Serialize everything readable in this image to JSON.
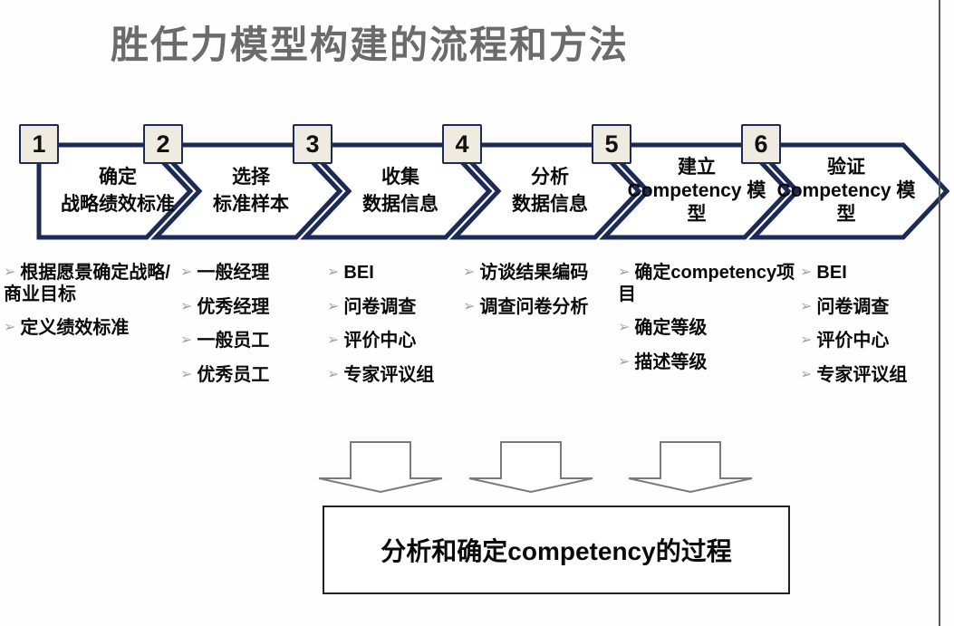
{
  "title": "胜任力模型构建的流程和方法",
  "marker": "➢",
  "colors": {
    "chevron_border": "#1c2a56",
    "number_box_fill": "#efebe1",
    "bullet_marker": "#a0a0bf",
    "title_text": "#6b6b6b",
    "arrow_outline": "#7a7a7a",
    "summary_border": "#222222"
  },
  "steps": [
    {
      "number": "1",
      "label_lines": [
        "确定",
        "战略绩效标准"
      ],
      "bullets": [
        "根据愿景确定战略/商业目标",
        "定义绩效标准"
      ]
    },
    {
      "number": "2",
      "label_lines": [
        "选择",
        "标准样本"
      ],
      "bullets": [
        "一般经理",
        "优秀经理",
        "一般员工",
        "优秀员工"
      ]
    },
    {
      "number": "3",
      "label_lines": [
        "收集",
        "数据信息"
      ],
      "bullets": [
        "BEI",
        "问卷调查",
        "评价中心",
        "专家评议组"
      ]
    },
    {
      "number": "4",
      "label_lines": [
        "分析",
        "数据信息"
      ],
      "bullets": [
        "访谈结果编码",
        "调查问卷分析"
      ]
    },
    {
      "number": "5",
      "label_lines": [
        "建立",
        "Competency 模",
        "型"
      ],
      "bullets": [
        "确定competency项目",
        "确定等级",
        "描述等级"
      ]
    },
    {
      "number": "6",
      "label_lines": [
        "验证",
        "Competency 模",
        "型"
      ],
      "bullets": [
        "BEI",
        "问卷调查",
        "评价中心",
        "专家评议组"
      ]
    }
  ],
  "summary": {
    "label": "分析和确定competency的过程"
  }
}
